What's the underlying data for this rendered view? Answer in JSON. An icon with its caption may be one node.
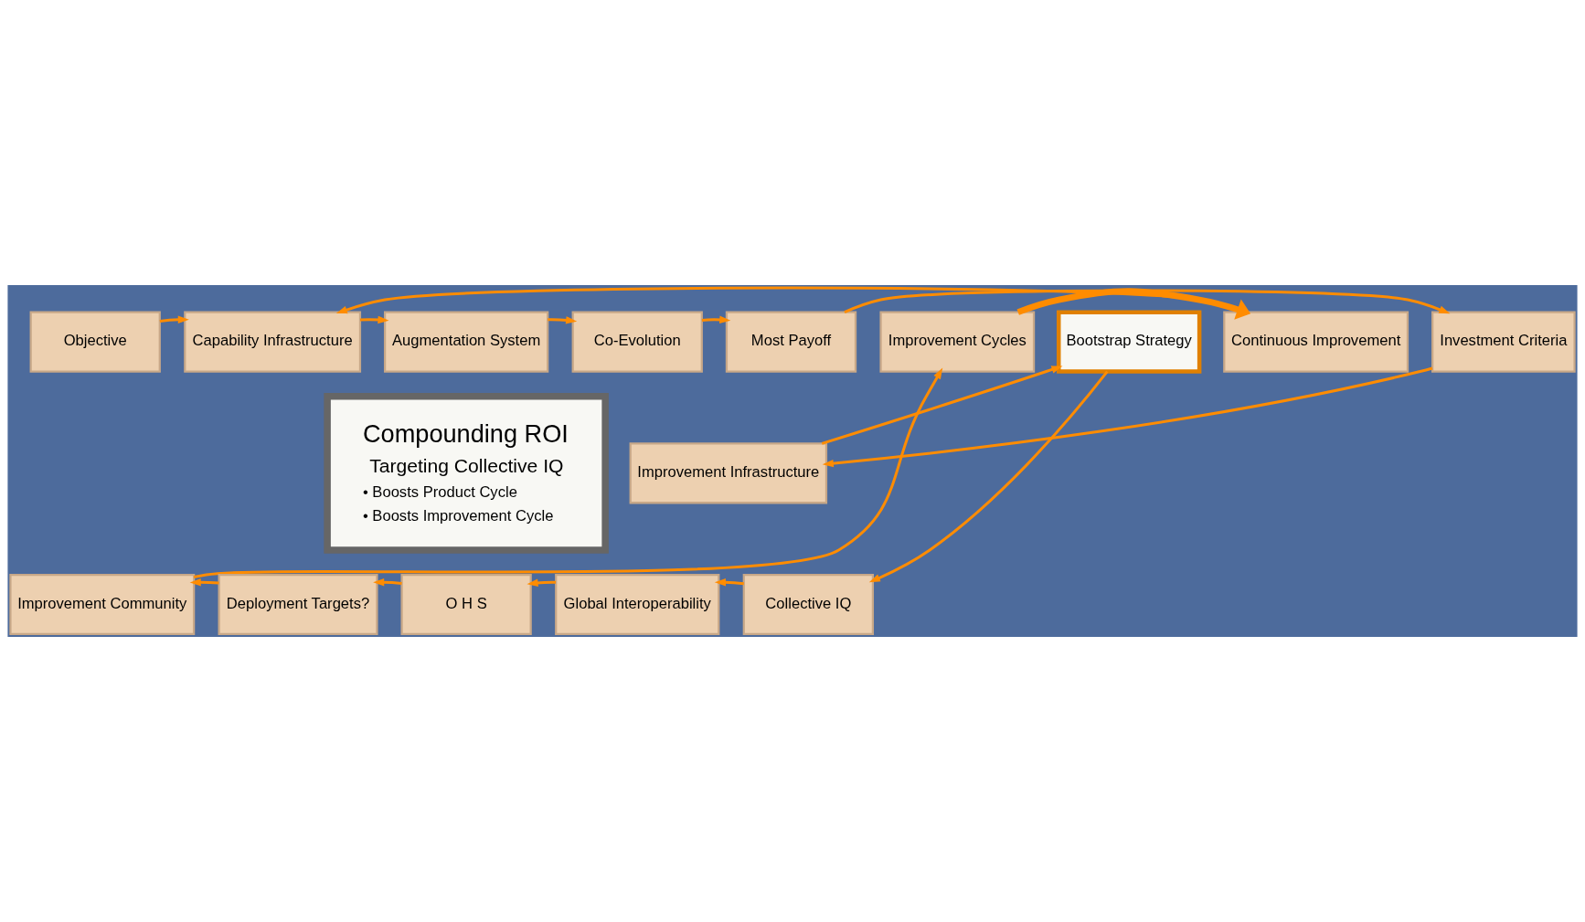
{
  "diagram": {
    "nodes": [
      {
        "text": [
          "Objective"
        ]
      },
      {
        "text": [
          "Capability Infrastructure"
        ]
      },
      {
        "text": [
          "Augmentation System"
        ]
      },
      {
        "text": [
          "Co-Evolution"
        ]
      },
      {
        "text": [
          "Most Payoff"
        ]
      },
      {
        "text": [
          "Continuous Improvement"
        ]
      },
      {
        "text": [
          "Compounding ROI",
          "Targeting Collective IQ",
          "• Boosts Product Cycle",
          "• Boosts Improvement Cycle"
        ]
      },
      {
        "text": [
          "Investment Criteria"
        ]
      },
      {
        "text": [
          "Improvement Infrastructure"
        ]
      },
      {
        "text": [
          "Improvement Cycles"
        ]
      },
      {
        "text": [
          "Bootstrap Strategy"
        ]
      },
      {
        "text": [
          "Improvement Community"
        ]
      },
      {
        "text": [
          "Deployment Targets?"
        ]
      },
      {
        "text": [
          "O H S"
        ]
      },
      {
        "text": [
          "Global Interoperability"
        ]
      },
      {
        "text": [
          "Collective IQ"
        ]
      }
    ],
    "edges": [
      {
        "from": 0,
        "to": 1,
        "arrow": "to"
      },
      {
        "from": 1,
        "to": 2,
        "arrow": "to"
      },
      {
        "from": 2,
        "to": 3,
        "arrow": "to"
      },
      {
        "from": 3,
        "to": 4,
        "arrow": "to"
      },
      {
        "from": 4,
        "to": 7,
        "arrow": "to"
      },
      {
        "from": 7,
        "to": 8,
        "arrow": "to"
      },
      {
        "from": 8,
        "to": 10,
        "arrow": "to"
      },
      {
        "from": 10,
        "to": 15,
        "arrow": "to"
      },
      {
        "from": 15,
        "to": 14,
        "arrow": "to"
      },
      {
        "from": 14,
        "to": 13,
        "arrow": "to"
      },
      {
        "from": 13,
        "to": 12,
        "arrow": "to"
      },
      {
        "from": 12,
        "to": 11,
        "arrow": "to"
      },
      {
        "from": 11,
        "to": 9,
        "arrow": "to"
      },
      {
        "from": 9,
        "to": 5,
        "arrow": "to",
        "style": "thick"
      },
      {
        "from": 5,
        "to": 1,
        "arrow": "to"
      }
    ]
  }
}
